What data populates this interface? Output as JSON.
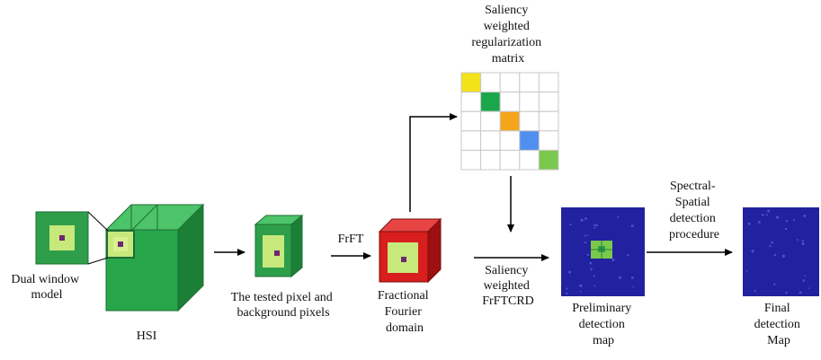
{
  "labels": {
    "dual_window": [
      "Dual window",
      "model"
    ],
    "hsi": "HSI",
    "tested_pixels": [
      "The tested pixel and",
      "background pixels"
    ],
    "frft": "FrFT",
    "fractional_domain": [
      "Fractional",
      "Fourier",
      "domain"
    ],
    "saliency_matrix": [
      "Saliency",
      "weighted",
      "regularization",
      "matrix"
    ],
    "saliency_frftcrd": [
      "Saliency",
      "weighted",
      "FrFTCRD"
    ],
    "preliminary_map": [
      "Preliminary",
      "detection",
      "map"
    ],
    "spectral_spatial": [
      "Spectral-",
      "Spatial",
      "detection",
      "procedure"
    ],
    "final_map": [
      "Final",
      "detection",
      "Map"
    ]
  },
  "colors": {
    "outer_green": "#2e9e4a",
    "cube_front": "#27a64a",
    "cube_top": "#4ec46a",
    "cube_side": "#1b7f35",
    "background_window": "#c7e87a",
    "target_pixel": "#6b2a6e",
    "frft_red": "#d81e1e",
    "frft_red_top": "#e84444",
    "frft_red_side": "#9e1010",
    "map_blue": "#2222a0",
    "matrix_yellow": "#f2e21a",
    "matrix_green": "#1aa64a",
    "matrix_orange": "#f5a51c",
    "matrix_blue": "#4f8ff0",
    "matrix_lightgreen": "#7ac94c"
  }
}
